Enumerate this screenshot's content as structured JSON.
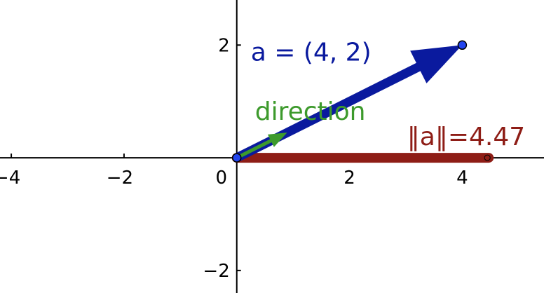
{
  "plot": {
    "x_range": [
      -4.2,
      5.45
    ],
    "y_range": [
      -2.4,
      2.8
    ],
    "x_ticks": [
      {
        "value": -4,
        "label": "−4"
      },
      {
        "value": -2,
        "label": "−2"
      },
      {
        "value": 2,
        "label": "2"
      },
      {
        "value": 4,
        "label": "4"
      }
    ],
    "y_ticks": [
      {
        "value": 2,
        "label": "2"
      },
      {
        "value": -2,
        "label": "−2"
      }
    ],
    "origin_label": "0",
    "axis_color": "#000000"
  },
  "vector_a": {
    "from": [
      0,
      0
    ],
    "to": [
      4,
      2
    ],
    "label": "a = (4, 2)",
    "color": "#0a1a9e",
    "point_color": "#2244ee"
  },
  "direction": {
    "from": [
      0,
      0
    ],
    "to": [
      0.894,
      0.447
    ],
    "label": "direction",
    "color": "#3d9a2c"
  },
  "magnitude": {
    "from": [
      0,
      0
    ],
    "to": [
      4.47,
      0
    ],
    "label": "‖a‖=4.47",
    "color": "#8e1d16"
  }
}
